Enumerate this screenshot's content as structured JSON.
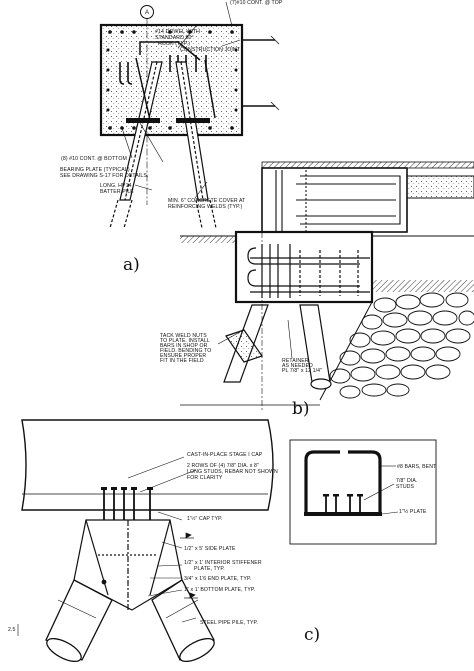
{
  "panels": {
    "a": {
      "label": "a)",
      "grid_bubble": "A",
      "notes": {
        "top_rebar": "(7)#10 CONT. @ TOP",
        "dowel1": "#14 DOWEL WITH",
        "dowel2": "STANDARD 90°",
        "dowel3": "HOOK (TYP.)",
        "construction_joint": "CONSTRUCTION JOINT",
        "bottom_rebar": "(8) #10 CONT. @ BOTTOM",
        "bearing1": "BEARING PLATE (TYPICAL)",
        "bearing2": "SEE DRAWING S-17 FOR DETAILS.",
        "pile1": "LONG. HP14",
        "pile2": "BATTER PILE",
        "cover1": "MIN. 6\" CONCRETE COVER AT",
        "cover2": "REINFORCING WELDS (TYP.)"
      }
    },
    "b": {
      "label": "b)",
      "notes": {
        "weld1": "TACK WELD NUTS",
        "weld2": "TO PLATE. INSTALL",
        "weld3": "BARS IN SHOP OR",
        "weld4": "FIELD. BENDING TO",
        "weld5": "ENSURE PROPER",
        "weld6": "FIT IN THE FIELD",
        "retainer1": "RETAINER",
        "retainer2": "AS NEEDED",
        "retainer3": "PL 7/8\" x 12 1/4\""
      }
    },
    "c": {
      "label": "c)",
      "notes": {
        "cap_stage": "CAST-IN-PLACE STAGE I CAP",
        "rows1": "2 ROWS OF (4) 7/8\" DIA. x 8\"",
        "rows2": "LONG STUDS, REBAR NOT SHOWN",
        "rows3": "FOR CLARITY",
        "cap_top": "1'½\" CAP TYP.",
        "side_plate": "1/2\" x 5' SIDE PLATE",
        "stiffener1": "1/2\" x 1' INTERIOR STIFFENER",
        "stiffener2": "PLATE, TYP.",
        "end_plate": "3/4\" x 1'6 END PLATE, TYP.",
        "bottom_plate": "1\" x 1' BOTTOM PLATE, TYP.",
        "steel_pile": "STEEL PIPE PILE, TYP.",
        "bars_bent": "#8 BARS, BENT",
        "studs1": "7/8\" DIA.",
        "studs2": "STUDS",
        "plate": "1\"½ PLATE",
        "scale": "2.5"
      }
    }
  }
}
